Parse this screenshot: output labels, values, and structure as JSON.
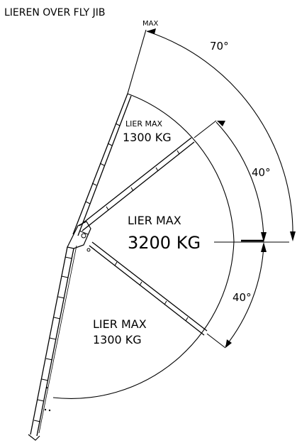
{
  "title": "LIEREN OVER FLY JIB",
  "max_label": "MAX",
  "angles": {
    "outer": "70°",
    "upper": "40°",
    "lower": "40°"
  },
  "zones": {
    "top": {
      "line1": "LIER MAX",
      "line2": "1300 KG"
    },
    "middle": {
      "line1": "LIER MAX",
      "line2": "3200 KG"
    },
    "bottom": {
      "line1": "LIER MAX",
      "line2": "1300 KG"
    }
  }
}
